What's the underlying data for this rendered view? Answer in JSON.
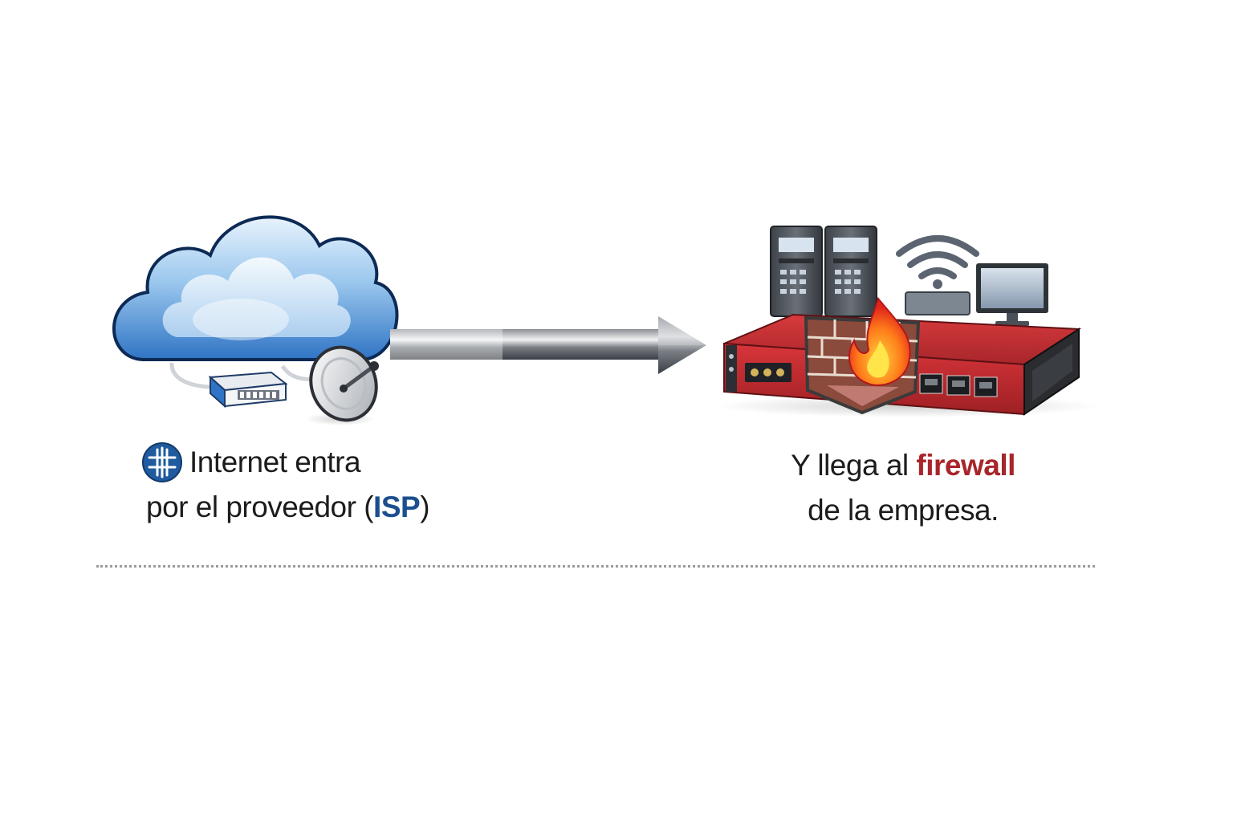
{
  "left_caption": {
    "line1": "Internet entra",
    "line2_prefix": "por el proveedor (",
    "line2_accent": "ISP",
    "line2_suffix": ")"
  },
  "right_caption": {
    "line1_prefix": "Y llega al ",
    "line1_accent": "firewall",
    "line2": "de la empresa."
  },
  "icons": {
    "source": "cloud-icon",
    "modem": "modem-icon",
    "dish": "satellite-dish-icon",
    "badge": "globe-icon",
    "flow": "arrow-icon",
    "target": "firewall-icon",
    "servers": "server-icon",
    "wireless": "wifi-icon",
    "workstation": "monitor-icon"
  },
  "colors": {
    "cloud": "#2f74c4",
    "isp_accent": "#1c4f8f",
    "firewall_body": "#c62a2f",
    "firewall_accent": "#a8262b",
    "arrow": "#5c6066"
  }
}
